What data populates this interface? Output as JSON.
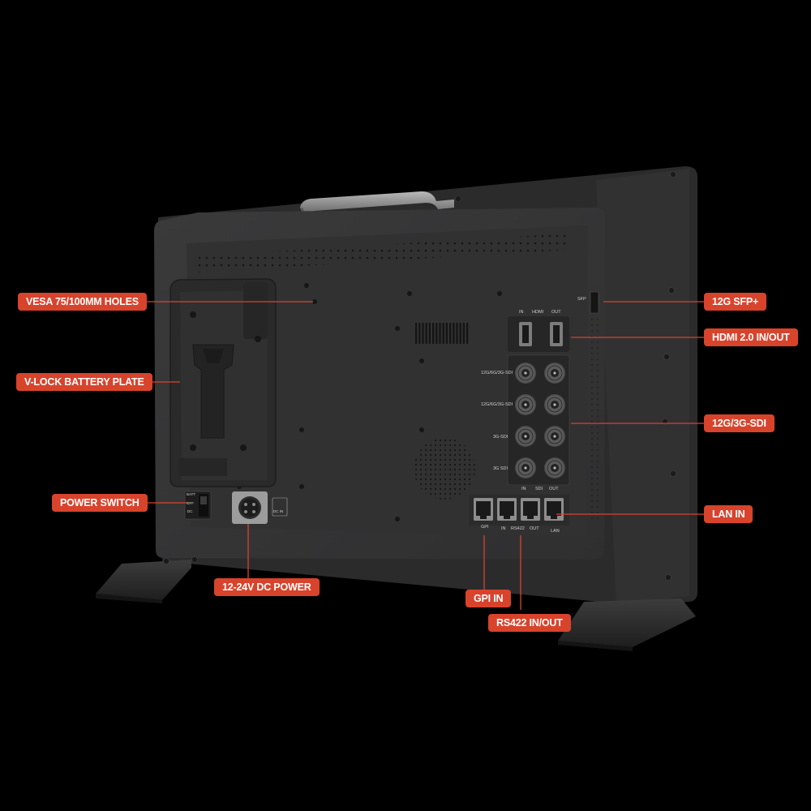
{
  "callouts": {
    "vesa": "VESA 75/100MM HOLES",
    "vlock": "V-LOCK BATTERY PLATE",
    "power_switch": "POWER SWITCH",
    "dc_power": "12-24V DC POWER",
    "sfp": "12G SFP+",
    "hdmi": "HDMI 2.0 IN/OUT",
    "sdi": "12G/3G-SDI",
    "lan": "LAN IN",
    "gpi": "GPI IN",
    "rs422": "RS422 IN/OUT"
  },
  "panel_labels": {
    "sfp": "SFP",
    "hdmi_group": [
      "IN",
      "HDMI",
      "OUT"
    ],
    "sdi_group": [
      "IN",
      "SDI",
      "OUT"
    ],
    "sdi_rows": [
      "12G/6G/3G-SDI",
      "12G/6G/3G-SDI",
      "3G-SDI",
      "3G SDI"
    ],
    "gpi": "GPI",
    "rs422_group": [
      "IN",
      "RS422",
      "OUT"
    ],
    "lan": "LAN",
    "power_switch": [
      "BATT",
      "OFF",
      "DC"
    ],
    "dc_mark": "DC IN"
  },
  "colors": {
    "background": "#000000",
    "callout": "#d8432c",
    "leader": "#d8432c",
    "housing": "#2e2e2f",
    "back_panel": "#343435"
  },
  "icons": [
    "bnc-connector-icon",
    "hdmi-port-icon",
    "rj45-port-icon",
    "xlr-power-connector-icon",
    "rocker-switch-icon",
    "carry-handle-icon"
  ]
}
